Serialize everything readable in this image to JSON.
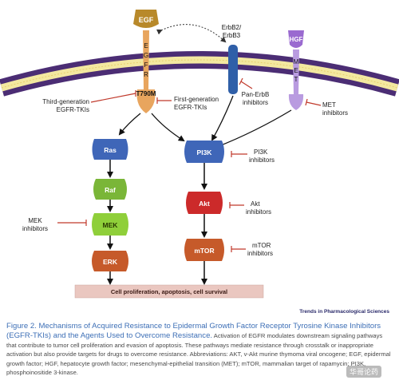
{
  "ligands": {
    "egf": "EGF",
    "hgf": "HGF"
  },
  "receptors": {
    "erbb_top": "ErbB2/",
    "erbb_bottom": "ErbB3",
    "egfr_letters": [
      "E",
      "G",
      "F",
      "R"
    ],
    "met_letters": [
      "M",
      "E",
      "T"
    ],
    "mutation": "T790M"
  },
  "pathway_nodes": {
    "ras": "Ras",
    "raf": "Raf",
    "mek": "MEK",
    "erk": "ERK",
    "pi3k": "PI3K",
    "akt": "Akt",
    "mtor": "mTOR"
  },
  "inhibitors": {
    "third_gen": [
      "Third-generation",
      "EGFR-TKIs"
    ],
    "first_gen": [
      "First-generation",
      "EGFR-TKIs"
    ],
    "pan_erbb": [
      "Pan-ErbB",
      "inhibitors"
    ],
    "met": [
      "MET",
      "inhibitors"
    ],
    "pi3k": [
      "PI3K",
      "inhibitors"
    ],
    "akt": [
      "Akt",
      "inhibitors"
    ],
    "mtor": [
      "mTOR",
      "inhibitors"
    ],
    "mek": [
      "MEK",
      "inhibitors"
    ]
  },
  "outcome": "Cell proliferation, apoptosis, cell survival",
  "journal": "Trends in Pharmacological Sciences",
  "caption": {
    "title": "Figure 2. Mechanisms of Acquired Resistance to Epidermal Growth Factor Receptor Tyrosine Kinase Inhibitors (EGFR-TKIs) and the Agents Used to Overcome Resistance.",
    "body": " Activation of EGFR modulates downstream signaling pathways that contribute to tumor cell proliferation and evasion of apoptosis. These pathways mediate resistance through crosstalk or inappropriate activation but also provide targets for drugs to overcome resistance. Abbreviations: AKT, v-Akt murine thymoma viral oncogene; EGF, epidermal growth factor; HGF, hepatocyte growth factor; mesenchymal-epithelial transition (MET); mTOR, mammalian target of rapamycin; PI3K, phosphoinositide 3-kinase."
  },
  "watermark": "华哥论药",
  "colors": {
    "membrane_outer": "#4b2d74",
    "membrane_core": "#f3e8a0",
    "egfr": "#e8a55e",
    "egf": "#b8892a",
    "erbb": "#2f5fa8",
    "met_hgf": "#9a6ad0",
    "blue_node": "#3f66b8",
    "green_node": "#7ab638",
    "orange_node": "#c65a2a",
    "red_node": "#cc2a2a",
    "inhibitor": "#c0392b",
    "outcome_fill": "#eac7c0",
    "caption_title": "#3d6fb6"
  }
}
